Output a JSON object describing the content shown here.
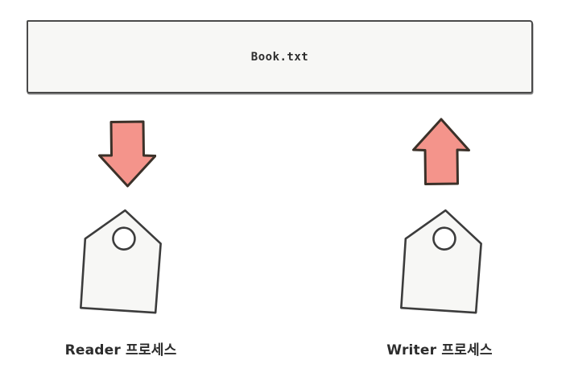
{
  "background": "#ffffff",
  "file_box": {
    "label": "Book.txt",
    "fill": "#f7f7f5",
    "stroke": "#4a4a4a"
  },
  "reader": {
    "label": "Reader 프로세스",
    "arrow_direction": "down"
  },
  "writer": {
    "label": "Writer 프로세스",
    "arrow_direction": "up"
  },
  "colors": {
    "arrow_fill": "#f4948b",
    "arrow_stroke": "#3b3129",
    "tag_fill": "#f7f7f5",
    "tag_stroke": "#3c3c3c",
    "text": "#2d2d2d"
  }
}
